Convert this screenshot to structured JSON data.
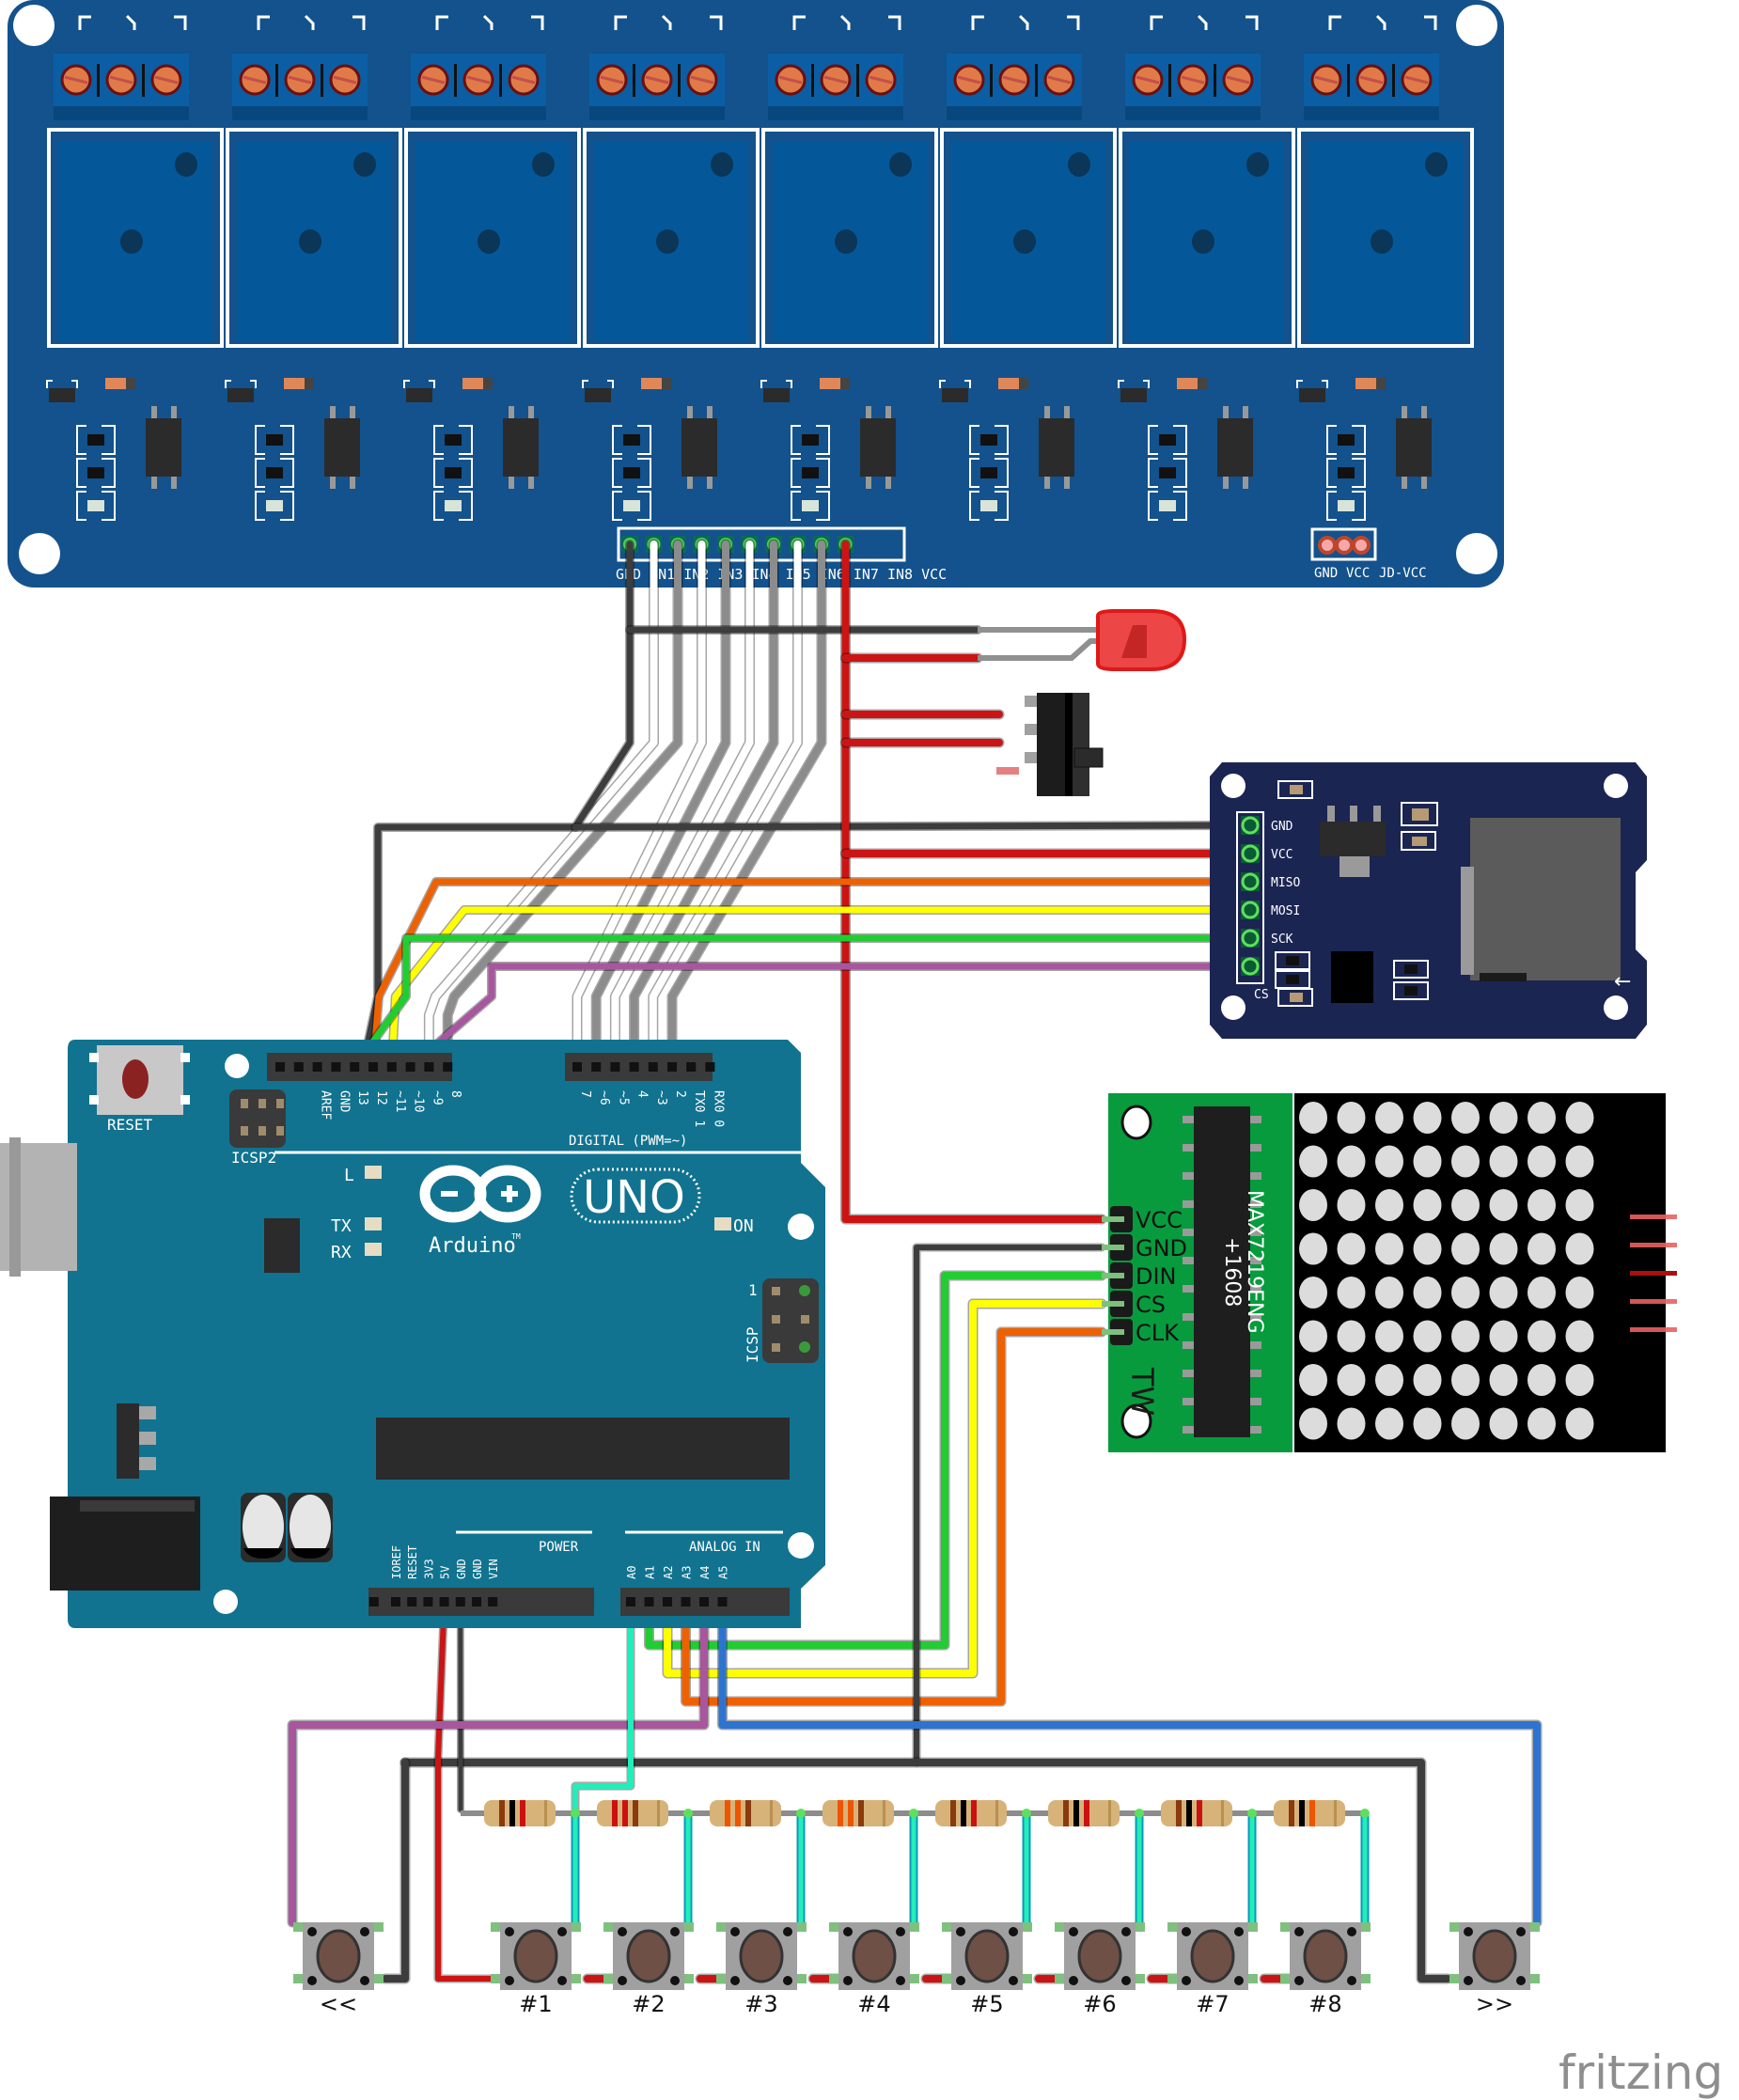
{
  "diagram": {
    "title": "Arduino UNO relay sequencer breadboard view",
    "watermark": "fritzing",
    "colors": {
      "relay_board": "#13528c",
      "arduino_board": "#11738f",
      "sd_board": "#1b2552",
      "matrix_board": "#079b3e",
      "wire_black": "#3d3d3d",
      "wire_red": "#cc1414",
      "wire_orange": "#ee6100",
      "wire_yellow": "#ffff00",
      "wire_green": "#22cc33",
      "wire_purple": "#a8569e",
      "wire_blue": "#2d74d0",
      "wire_cyan": "#22eebb",
      "wire_white": "#ffffff",
      "wire_gray": "#8c8c8c"
    }
  },
  "relay_module": {
    "name": "8-channel relay module",
    "channel_count": 8,
    "input_pins": [
      "GND",
      "IN1",
      "IN2",
      "IN3",
      "IN4",
      "IN5",
      "IN6",
      "IN7",
      "IN8",
      "VCC"
    ],
    "pin_label_text": "GND IN1 IN2 IN3 IN4 IN5 IN6 IN7 IN8 VCC",
    "jumper_pins": [
      "GND",
      "VCC",
      "JD-VCC"
    ]
  },
  "led": {
    "name": "red LED",
    "color": "red"
  },
  "switch": {
    "name": "slide switch"
  },
  "sd_module": {
    "name": "micro SD card module",
    "pins": [
      "GND",
      "VCC",
      "MISO",
      "MOSI",
      "SCK",
      "CS"
    ]
  },
  "matrix_module": {
    "name": "MAX7219 8x8 LED matrix",
    "chip_label_line1": "MAX7219ENG",
    "chip_label_line2": "+1608",
    "pins": [
      "VCC",
      "GND",
      "DIN",
      "CS",
      "CLK"
    ],
    "logo": "TW",
    "rows": 8,
    "cols": 8
  },
  "arduino": {
    "reset_label": "RESET",
    "icsp2_label": "ICSP2",
    "icsp_label": "ICSP",
    "icsp_pin1": "1",
    "digital_header_label": "DIGITAL (PWM=~)",
    "digital_pins_left": [
      "",
      "",
      "AREF",
      "GND",
      "13",
      "12",
      "~11",
      "~10",
      "~9",
      "8"
    ],
    "digital_pins_right": [
      "7",
      "~6",
      "~5",
      "4",
      "~3",
      "2",
      "TX0 1",
      "RX0 0"
    ],
    "led_labels": {
      "l": "L",
      "tx": "TX",
      "rx": "RX",
      "on": "ON"
    },
    "brand": "Arduino",
    "tm": "TM",
    "model": "UNO",
    "power_header_label": "POWER",
    "power_pins": [
      "IOREF",
      "RESET",
      "3V3",
      "5V",
      "GND",
      "GND",
      "VIN"
    ],
    "analog_header_label": "ANALOG IN",
    "analog_pins": [
      "A0",
      "A1",
      "A2",
      "A3",
      "A4",
      "A5"
    ]
  },
  "buttons": [
    {
      "label": "<<"
    },
    {
      "label": "#1"
    },
    {
      "label": "#2"
    },
    {
      "label": "#3"
    },
    {
      "label": "#4"
    },
    {
      "label": "#5"
    },
    {
      "label": "#6"
    },
    {
      "label": "#7"
    },
    {
      "label": "#8"
    },
    {
      "label": ">>"
    }
  ],
  "resistors": [
    {
      "bands": [
        "#8b3a0e",
        "#000000",
        "#cc1111"
      ]
    },
    {
      "bands": [
        "#cc1111",
        "#cc1111",
        "#8b3a0e"
      ]
    },
    {
      "bands": [
        "#ee5500",
        "#ee5500",
        "#8b3a0e"
      ]
    },
    {
      "bands": [
        "#ee5500",
        "#ee5500",
        "#8b3a0e"
      ]
    },
    {
      "bands": [
        "#8b3a0e",
        "#000000",
        "#cc1111"
      ]
    },
    {
      "bands": [
        "#8b3a0e",
        "#000000",
        "#cc1111"
      ]
    },
    {
      "bands": [
        "#8b3a0e",
        "#000000",
        "#cc1111"
      ]
    },
    {
      "bands": [
        "#8b3a0e",
        "#000000",
        "#ee5500"
      ]
    }
  ],
  "connections": [
    {
      "from": "Arduino GND (digital)",
      "to": "Relay GND / SD GND / LED cathode",
      "color": "black"
    },
    {
      "from": "Arduino 13",
      "to": "SD SCK",
      "color": "green"
    },
    {
      "from": "Arduino 12",
      "to": "SD MISO",
      "color": "orange"
    },
    {
      "from": "Arduino 11",
      "to": "SD MOSI",
      "color": "yellow"
    },
    {
      "from": "Arduino 10",
      "to": "SD CS",
      "color": "purple"
    },
    {
      "from": "Arduino 9..2",
      "to": "Relay IN1..IN8",
      "color": "white/gray"
    },
    {
      "from": "Relay VCC",
      "to": "LED anode / Switch / SD VCC / Matrix VCC",
      "color": "red"
    },
    {
      "from": "Arduino 5V",
      "to": "Button bus",
      "color": "red"
    },
    {
      "from": "Arduino GND (power)",
      "to": "Resistor ladder",
      "color": "black"
    },
    {
      "from": "Arduino A0",
      "to": "Resistor ladder",
      "color": "cyan"
    },
    {
      "from": "Arduino A1",
      "to": "Matrix DIN",
      "color": "green"
    },
    {
      "from": "Arduino A2",
      "to": "Matrix CS",
      "color": "yellow"
    },
    {
      "from": "Arduino A3",
      "to": "Matrix CLK",
      "color": "orange"
    },
    {
      "from": "Arduino A4",
      "to": "Button <<",
      "color": "purple"
    },
    {
      "from": "Arduino A5",
      "to": "Button >>",
      "color": "blue"
    }
  ]
}
